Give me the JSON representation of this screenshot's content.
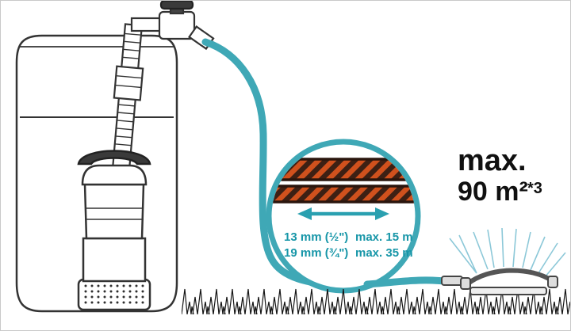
{
  "detail": {
    "line1_size": "13 mm (½\")",
    "line1_max": "max. 15 m",
    "line2_size": "19 mm (¾\")",
    "line2_max": "max. 35 m"
  },
  "coverage": {
    "max_label": "max.",
    "area": "90 m²",
    "footnote": "*3"
  },
  "colors": {
    "hose_teal": "#3fa8b6",
    "text_teal": "#1796a8",
    "hose_orange": "#d0511d",
    "stripe_dark": "#3d2014",
    "line_art": "#333333",
    "text_black": "#101010",
    "spray_blue": "#8cc8d8"
  }
}
